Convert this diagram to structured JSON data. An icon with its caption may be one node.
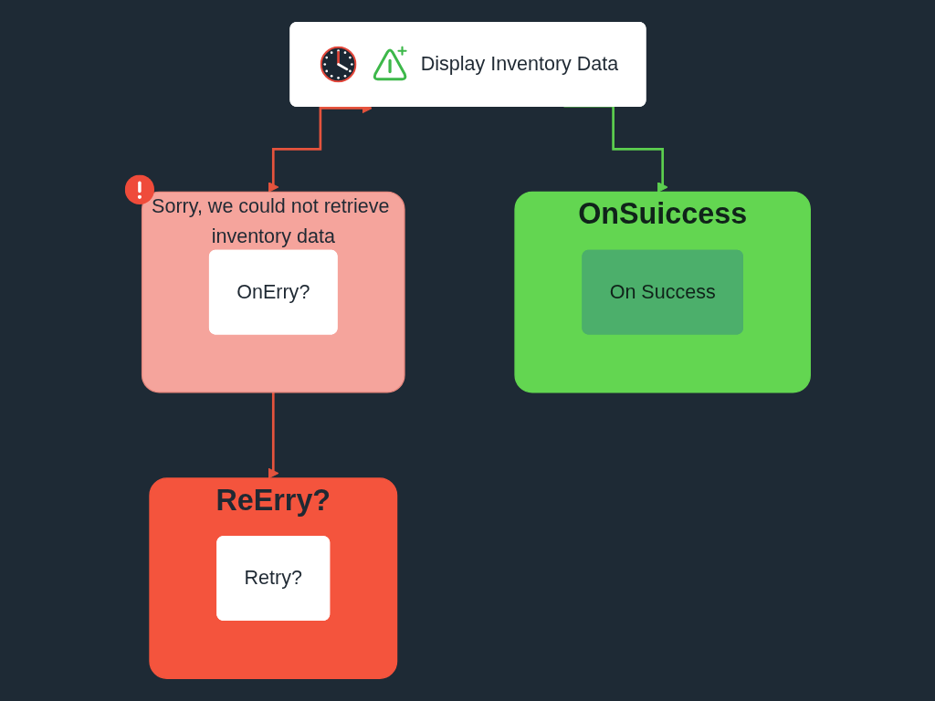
{
  "diagram": {
    "nodes": [
      {
        "text": [
          "Display Inventory Data"
        ]
      },
      {
        "text": [
          "OnSuiccess"
        ]
      },
      {
        "text": [
          "On Success"
        ],
        "in": 1
      },
      {
        "text": [
          "Sorry, we could not retrieve inventory data"
        ]
      },
      {
        "text": [
          "OnErry?"
        ],
        "in": 3
      },
      {
        "text": [
          "ReErry?"
        ]
      },
      {
        "text": [
          "Retry?"
        ],
        "in": 5
      }
    ],
    "edges": [
      {
        "from": 0,
        "to": 1,
        "arrow": "to",
        "color": "#5ccf4f"
      },
      {
        "from": 0,
        "to": 3,
        "arrow": "both",
        "color": "#e5533d"
      },
      {
        "from": 3,
        "to": 5,
        "arrow": "to",
        "color": "#e5533d"
      }
    ]
  }
}
